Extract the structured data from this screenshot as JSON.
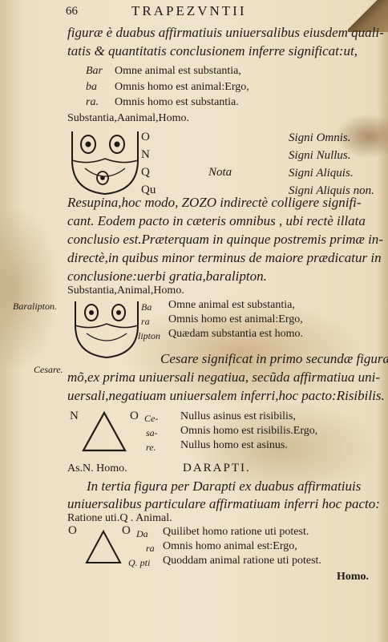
{
  "header": {
    "page_number": "66",
    "running_title": "TRAPEZVNTII"
  },
  "intro_lines": [
    "figuræ è duabus affirmatiuis uniuersalibus eiusdem quali-",
    "tatis & quantitatis conclusionem inferre significat:ut,"
  ],
  "barbara": [
    {
      "syllable": "Bar",
      "text": "Omne animal est substantia,"
    },
    {
      "syllable": "ba",
      "text": "Omnis homo est animal:Ergo,"
    },
    {
      "syllable": "ra.",
      "text": "Omnis homo est substantia."
    }
  ],
  "terms_line_1": "Substantia,Aanimal,Homo.",
  "signs": {
    "letters": [
      "O",
      "N",
      "Q",
      "Qu"
    ],
    "nota": "Nota",
    "meanings": [
      "Signi Omnis.",
      "Signi Nullus.",
      "Signi Aliquis.",
      "Signi Aliquis non."
    ]
  },
  "para_lines": [
    "Resupina,hoc modo, ZOZO indirectè colligere signifi-",
    "cant. Eodem pacto in cæteris omnibus , ubi rectè illata",
    "conclusio est.Præterquam in quinque postremis primæ in-",
    "directè,in quibus minor terminus de maiore prædicatur in",
    "conclusione:uerbi gratia,baralipton."
  ],
  "terms_line_2": "Substantia,Animal,Homo.",
  "baralipton": {
    "margin": "Baralipton.",
    "lines": [
      {
        "syllable": "Ba",
        "text": "Omne animal est substantia,"
      },
      {
        "syllable": "ra",
        "text": "Omnis homo est animal:Ergo,"
      },
      {
        "syllable": "lipton",
        "text": "Quædam substantia est homo."
      }
    ]
  },
  "cesare": {
    "margin": "Cesare.",
    "para_lines": [
      "Cesare significat in primo secundæ figuræ",
      "mõ,ex prima uniuersali negatiua, secũda affirmatiua uni-",
      "uersali,negatiuam uniuersalem inferri,hoc pacto:Risibilis."
    ],
    "letters": [
      "N",
      "O"
    ],
    "lines": [
      {
        "syllable": "Ce-",
        "text": "Nullus asinus est risibilis,"
      },
      {
        "syllable": "sa-",
        "text": "Omnis homo est risibilis.Ergo,"
      },
      {
        "syllable": "re.",
        "text": "Nullus homo est asinus."
      }
    ]
  },
  "darapti": {
    "terms": "As.N. Homo.",
    "heading": "DARAPTI.",
    "para_lines": [
      "In tertia figura per Darapti ex duabus affirmatiuis",
      "uniuersalibus particulare affirmatiuam inferri hoc pacto:"
    ],
    "terms_line": "Ratione uti.Q . Animal.",
    "letters": [
      "O",
      "O"
    ],
    "lines": [
      {
        "syllable": "Da",
        "text": "Quilibet homo ratione uti potest."
      },
      {
        "syllable": "ra",
        "text": "Omnis homo animal est:Ergo,"
      },
      {
        "syllable": "Q. pti",
        "text": "Quoddam animal ratione uti potest."
      }
    ],
    "catchword": "Homo."
  },
  "colors": {
    "ink": "#1d1a16",
    "paper": "#ecdfc4",
    "stain": "#a8844f"
  }
}
